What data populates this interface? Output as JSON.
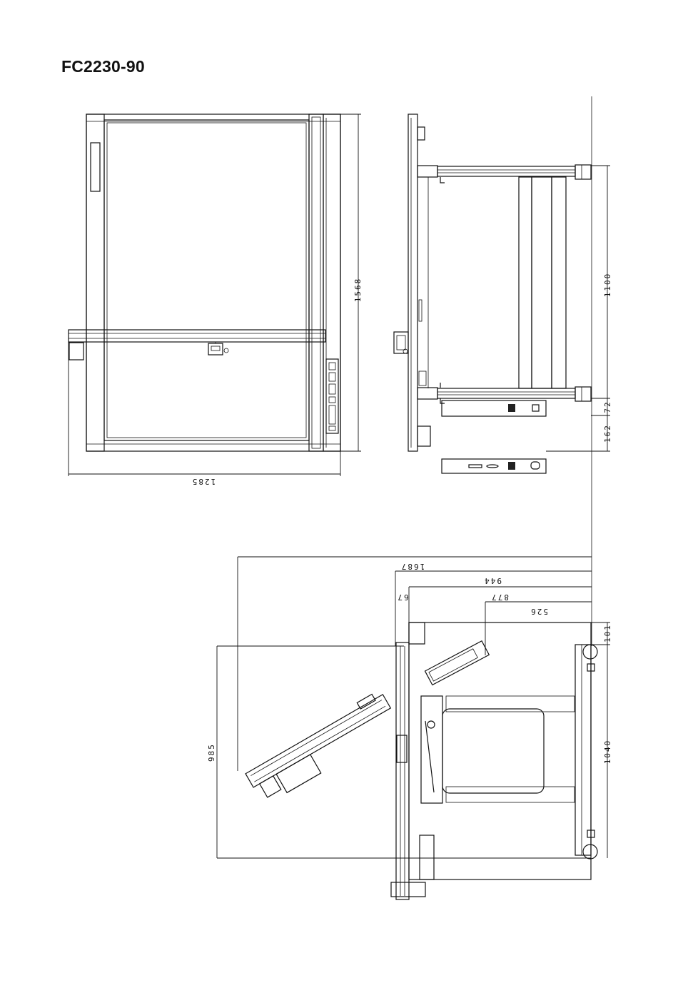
{
  "title": "FC2230-90",
  "dimensions": {
    "front_height": "1568",
    "front_width": "1285",
    "side_depth": "1100",
    "side_72": "72",
    "side_162": "162",
    "top_1687": "1687",
    "top_944": "944",
    "top_67": "67",
    "top_877": "877",
    "top_526": "526",
    "top_101": "101",
    "top_1040": "1040",
    "top_985": "985"
  },
  "colors": {
    "line": "#111111",
    "background": "#ffffff"
  }
}
